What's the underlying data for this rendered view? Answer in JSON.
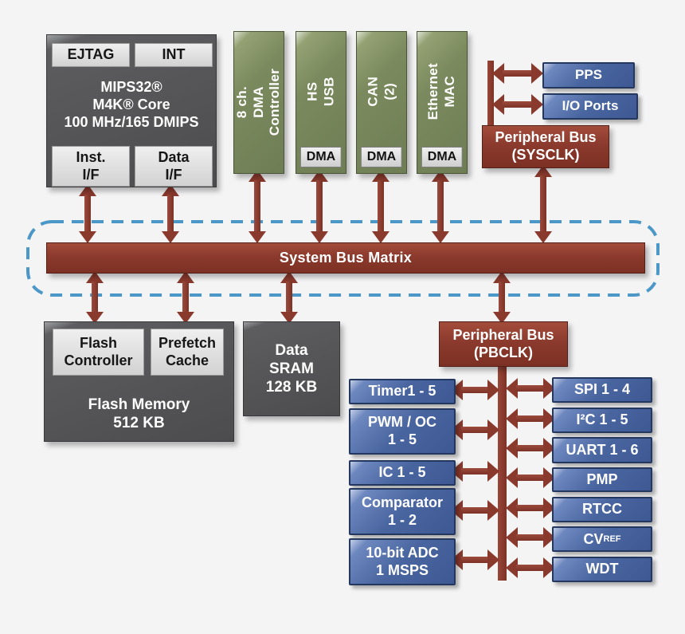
{
  "colors": {
    "background": "#f4f4f5",
    "bus_red": "#8a392d",
    "module_green": "#76855c",
    "peripheral_blue": "#465fa0",
    "core_gray": "#4c4c4e",
    "dashed_region_blue": "#4b97c8"
  },
  "core": {
    "ejtag": "EJTAG",
    "int": "INT",
    "title": "MIPS32®\nM4K® Core\n100 MHz/165 DMIPS",
    "inst_if": "Inst.\nI/F",
    "data_if": "Data\nI/F"
  },
  "dma_modules": {
    "tag": "DMA",
    "items": [
      {
        "label": "8 ch. DMA\nController",
        "has_dma_tag": false
      },
      {
        "label": "HS USB",
        "has_dma_tag": true
      },
      {
        "label": "CAN (2)",
        "has_dma_tag": true
      },
      {
        "label": "Ethernet\nMAC",
        "has_dma_tag": true
      }
    ]
  },
  "sysclk_bus": {
    "label": "Peripheral Bus\n(SYSCLK)",
    "pps": "PPS",
    "io_ports": "I/O Ports"
  },
  "system_bus": {
    "label": "System Bus Matrix"
  },
  "memory": {
    "flash_controller": "Flash\nController",
    "prefetch_cache": "Prefetch\nCache",
    "flash_memory": "Flash Memory\n512 KB",
    "data_sram": "Data\nSRAM\n128 KB"
  },
  "pbclk_bus": {
    "label": "Peripheral Bus\n(PBCLK)",
    "left_peripherals": [
      {
        "label": "Timer1 - 5"
      },
      {
        "label": "PWM / OC\n1 - 5"
      },
      {
        "label": "IC 1 - 5"
      },
      {
        "label": "Comparator\n1 - 2"
      },
      {
        "label": "10-bit ADC\n1 MSPS"
      }
    ],
    "right_peripherals": [
      {
        "label": "SPI 1 - 4"
      },
      {
        "label": "I²C 1 - 5"
      },
      {
        "label": "UART 1 - 6"
      },
      {
        "label": "PMP"
      },
      {
        "label": "RTCC"
      },
      {
        "label": "CV",
        "sub": "REF"
      },
      {
        "label": "WDT"
      }
    ]
  }
}
